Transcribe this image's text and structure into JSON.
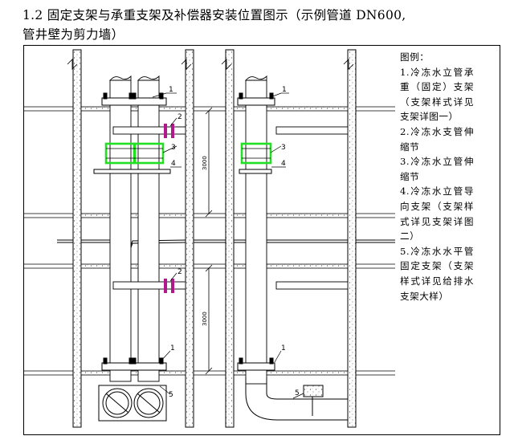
{
  "title": {
    "line1": "1.2 固定支架与承重支架及补偿器安装位置图示（示例管道 DN600,",
    "line2": "管井壁为剪力墙）"
  },
  "legend": {
    "title": "图例：",
    "items": [
      "1.冷冻水立管承重（固定）支架（支架样式详见支架详图一）",
      "2.冷冻水支管伸缩节",
      "3.冷冻水立管伸缩节",
      "4.冷冻水立管导向支架（支架样式详见支架详图二）",
      "5.冷冻水水平管固定支架（支架样式详见给排水支架大样）"
    ]
  },
  "labels": {
    "n1": "1",
    "n2": "2",
    "n3": "3",
    "n4": "4",
    "n5": "5",
    "dim": "3000"
  },
  "colors": {
    "expansion_joint": "#22e022",
    "branch_joint": "#b0188c"
  }
}
